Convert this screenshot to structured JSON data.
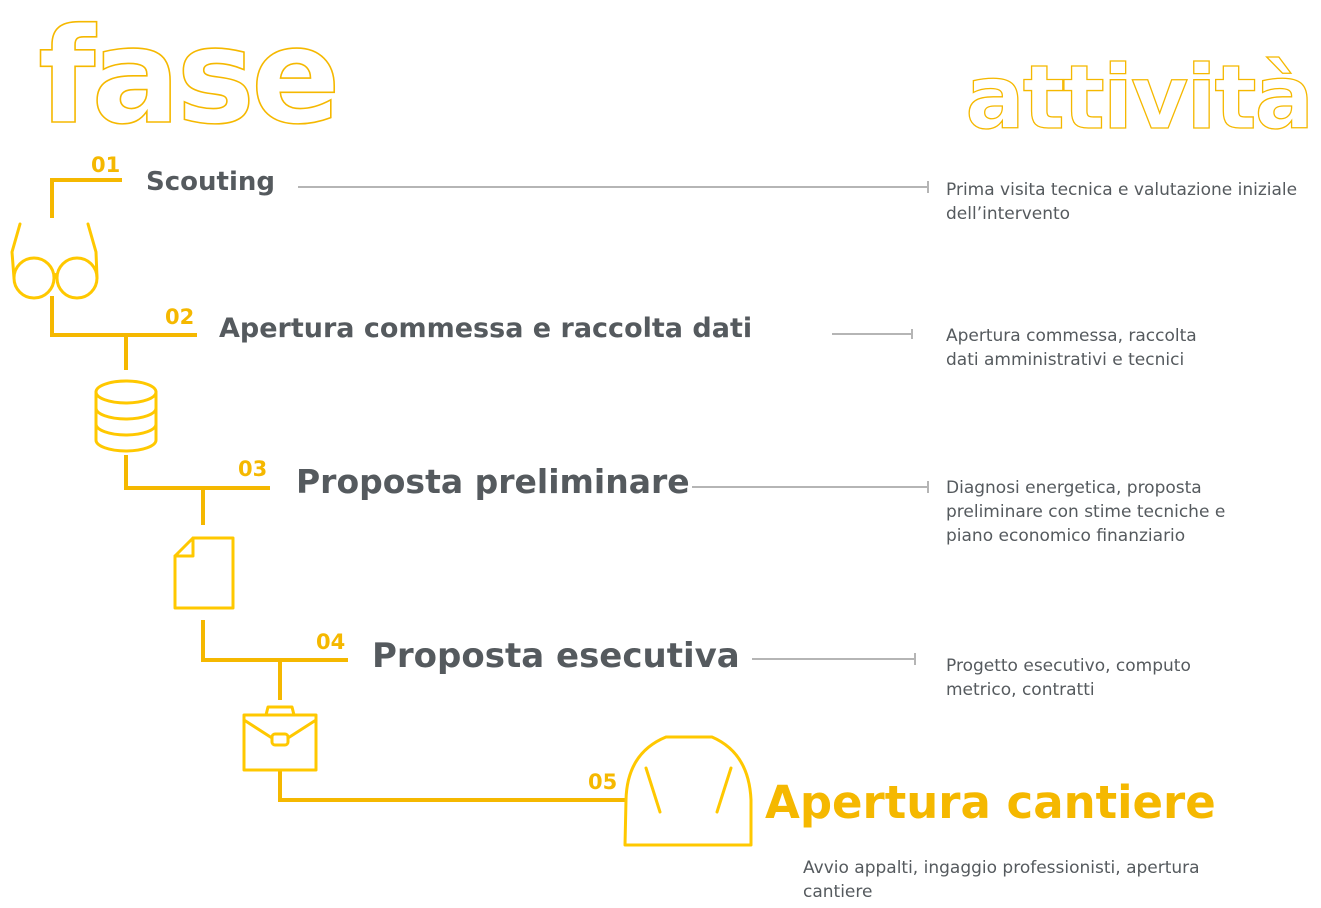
{
  "headers": {
    "left": "fase",
    "right": "attività"
  },
  "steps": [
    {
      "number": "01",
      "title": "Scouting",
      "description": "Prima visita tecnica e valutazione iniziale dell’intervento",
      "icon": "glasses-icon"
    },
    {
      "number": "02",
      "title": "Apertura commessa e raccolta dati",
      "description": "Apertura commessa, raccolta dati amministrativi e tecnici",
      "icon": "database-icon"
    },
    {
      "number": "03",
      "title": "Proposta preliminare",
      "description": "Diagnosi energetica, proposta preliminare con stime tecniche e piano economico finanziario",
      "icon": "document-icon"
    },
    {
      "number": "04",
      "title": "Proposta esecutiva",
      "description": "Progetto esecutivo, computo metrico, contratti",
      "icon": "briefcase-icon"
    },
    {
      "number": "05",
      "title": "Apertura cantiere",
      "description": "Avvio appalti, ingaggio professionisti, apertura cantiere",
      "icon": "hard-hat-icon"
    }
  ],
  "colors": {
    "accent": "#f5b800",
    "text": "#555a5e",
    "connector": "#b5b5b5"
  }
}
